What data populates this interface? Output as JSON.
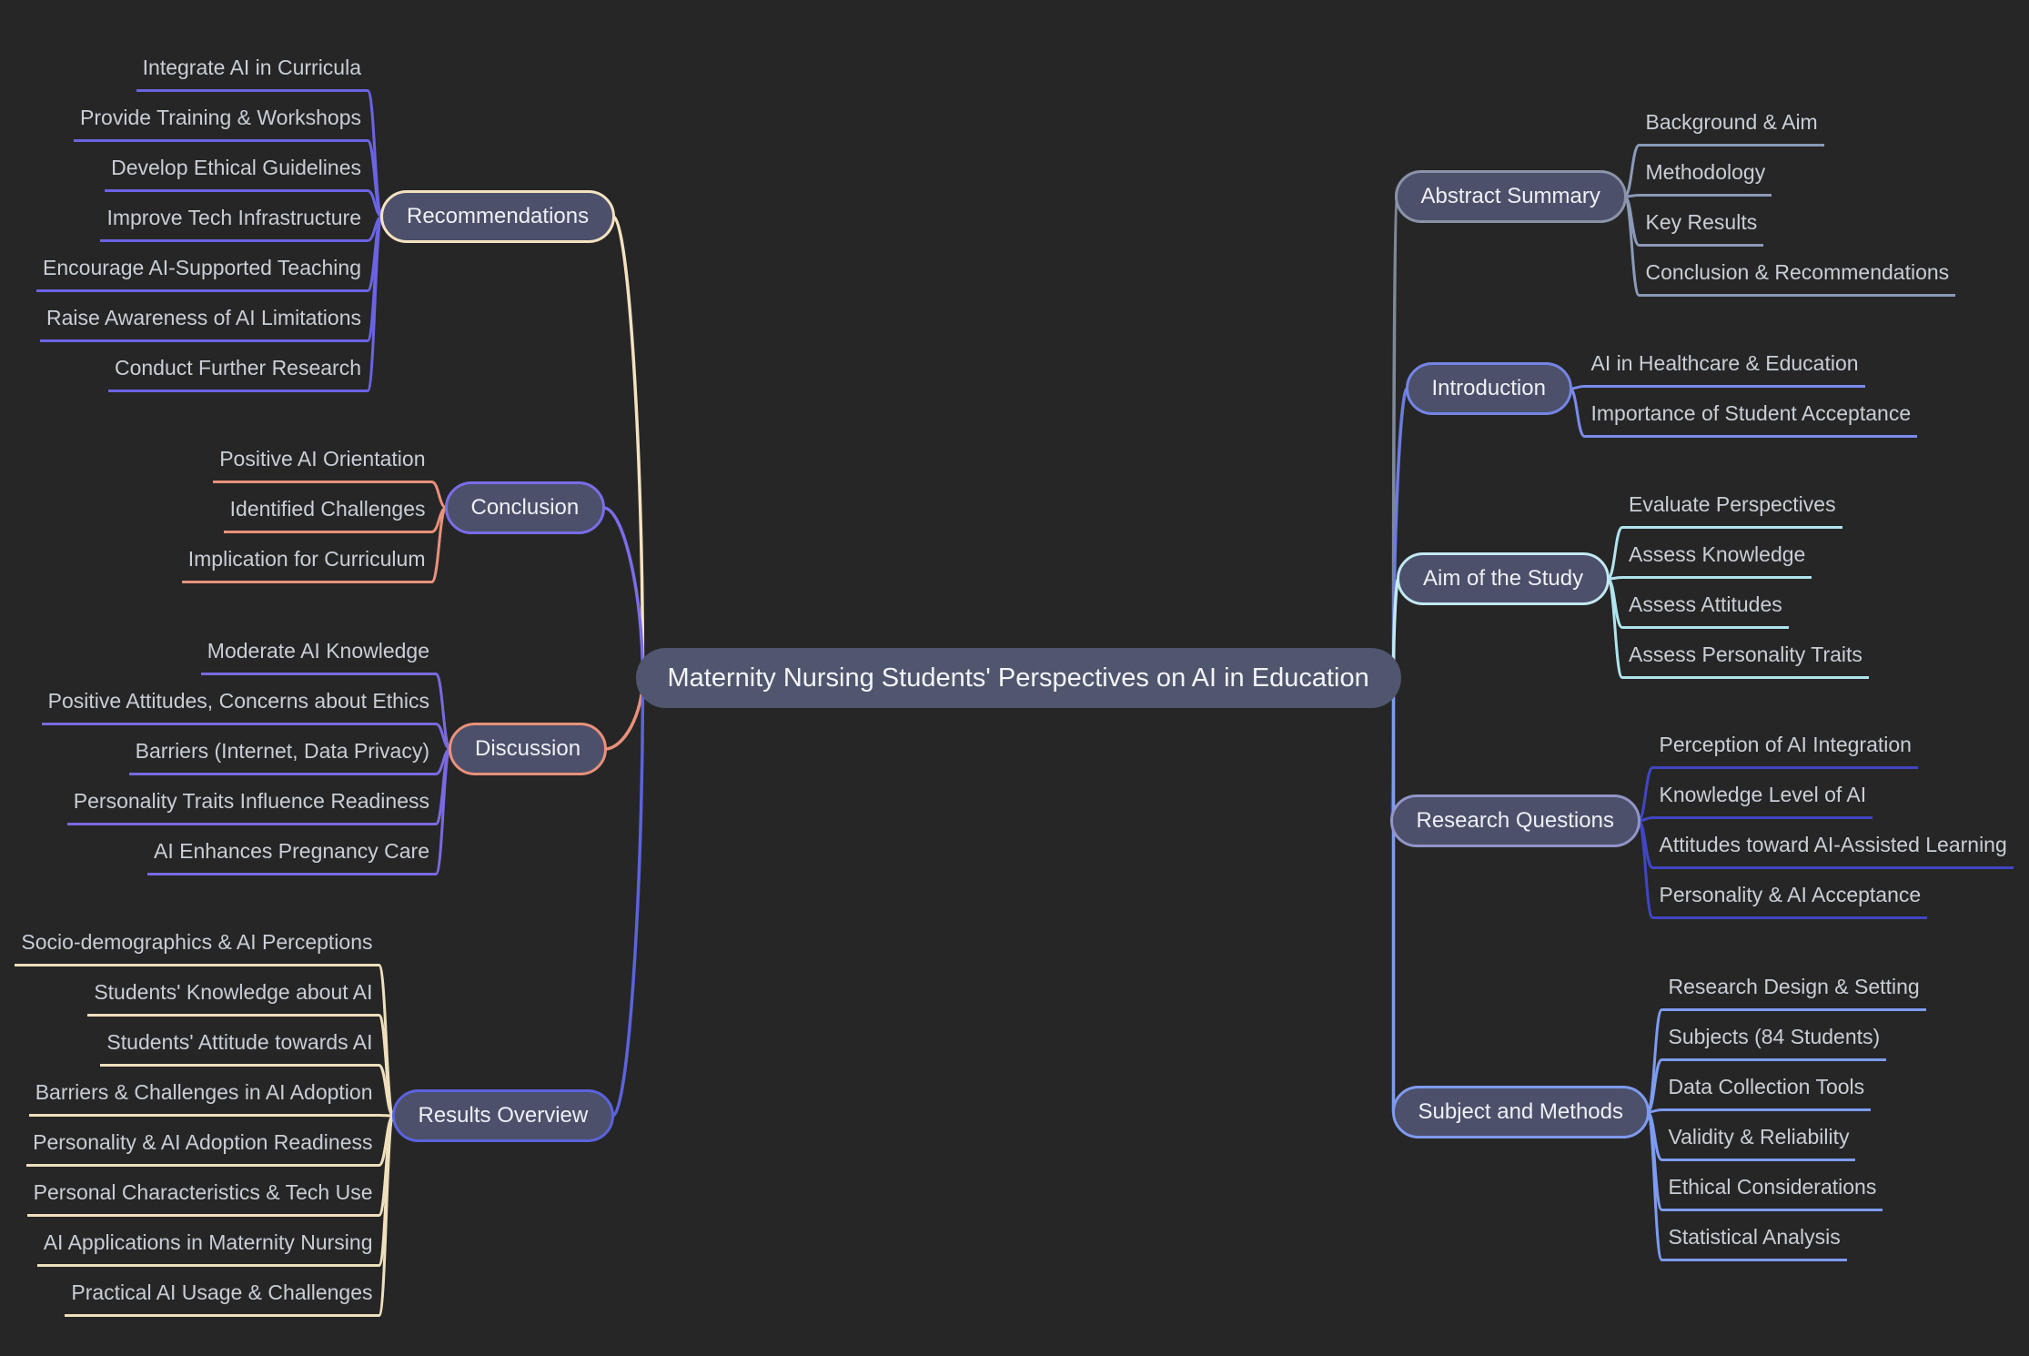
{
  "central_topic": "Maternity Nursing Students' Perspectives on AI in Education",
  "canvas": {
    "background": "#262626",
    "central_node_fill": "#51566f",
    "branch_node_fill": "#4c506a",
    "node_text_color": "#eef0f5",
    "child_text_color": "#c9ced6"
  },
  "branches": [
    {
      "id": "recommendations",
      "label": "Recommendations",
      "side": "left",
      "colors": {
        "border": "#f3e2c1",
        "edge": "#f3e2c1",
        "child_link": "#6b63e4"
      },
      "children": [
        "Integrate AI in Curricula",
        "Provide Training & Workshops",
        "Develop Ethical Guidelines",
        "Improve Tech Infrastructure",
        "Encourage AI-Supported Teaching",
        "Raise Awareness of AI Limitations",
        "Conduct Further Research"
      ]
    },
    {
      "id": "conclusion",
      "label": "Conclusion",
      "side": "left",
      "colors": {
        "border": "#7a6de8",
        "edge": "#7a6de8",
        "child_link": "#e8917b"
      },
      "children": [
        "Positive AI Orientation",
        "Identified Challenges",
        "Implication for Curriculum"
      ]
    },
    {
      "id": "discussion",
      "label": "Discussion",
      "side": "left",
      "colors": {
        "border": "#e8917b",
        "edge": "#e8917b",
        "child_link": "#7a6ae0"
      },
      "children": [
        "Moderate AI Knowledge",
        "Positive Attitudes, Concerns about Ethics",
        "Barriers (Internet, Data Privacy)",
        "Personality Traits Influence Readiness",
        "AI Enhances Pregnancy Care"
      ]
    },
    {
      "id": "results_overview",
      "label": "Results Overview",
      "side": "left",
      "colors": {
        "border": "#5b63dd",
        "edge": "#5b63dd",
        "child_link": "#eee0bd"
      },
      "children": [
        "Socio-demographics & AI Perceptions",
        "Students' Knowledge about AI",
        "Students' Attitude towards AI",
        "Barriers & Challenges in AI Adoption",
        "Personality & AI Adoption Readiness",
        "Personal Characteristics & Tech Use",
        "AI Applications in Maternity Nursing",
        "Practical AI Usage & Challenges"
      ]
    },
    {
      "id": "abstract_summary",
      "label": "Abstract Summary",
      "side": "right",
      "colors": {
        "border": "#8a93a8",
        "edge": "#7f8898",
        "child_link": "#8a9ab8"
      },
      "children": [
        "Background & Aim",
        "Methodology",
        "Key Results",
        "Conclusion & Recommendations"
      ]
    },
    {
      "id": "introduction",
      "label": "Introduction",
      "side": "right",
      "colors": {
        "border": "#7585e5",
        "edge": "#6b7ce0",
        "child_link": "#7b8bec"
      },
      "children": [
        "AI in Healthcare & Education",
        "Importance of Student Acceptance"
      ]
    },
    {
      "id": "aim_of_the_study",
      "label": "Aim of the Study",
      "side": "right",
      "colors": {
        "border": "#c2e9f2",
        "edge": "#c2e9f2",
        "child_link": "#b0e4ee"
      },
      "children": [
        "Evaluate Perspectives",
        "Assess Knowledge",
        "Assess Attitudes",
        "Assess Personality Traits"
      ]
    },
    {
      "id": "research_questions",
      "label": "Research Questions",
      "side": "right",
      "colors": {
        "border": "#9295c8",
        "edge": "#3c43bb",
        "child_link": "#4046c4"
      },
      "children": [
        "Perception of AI Integration",
        "Knowledge Level of AI",
        "Attitudes toward AI-Assisted Learning",
        "Personality & AI Acceptance"
      ]
    },
    {
      "id": "subject_and_methods",
      "label": "Subject and Methods",
      "side": "right",
      "colors": {
        "border": "#7d9bf0",
        "edge": "#7d9bf0",
        "child_link": "#7d9bf0"
      },
      "children": [
        "Research Design & Setting",
        "Subjects (84 Students)",
        "Data Collection Tools",
        "Validity & Reliability",
        "Ethical Considerations",
        "Statistical Analysis"
      ]
    }
  ]
}
